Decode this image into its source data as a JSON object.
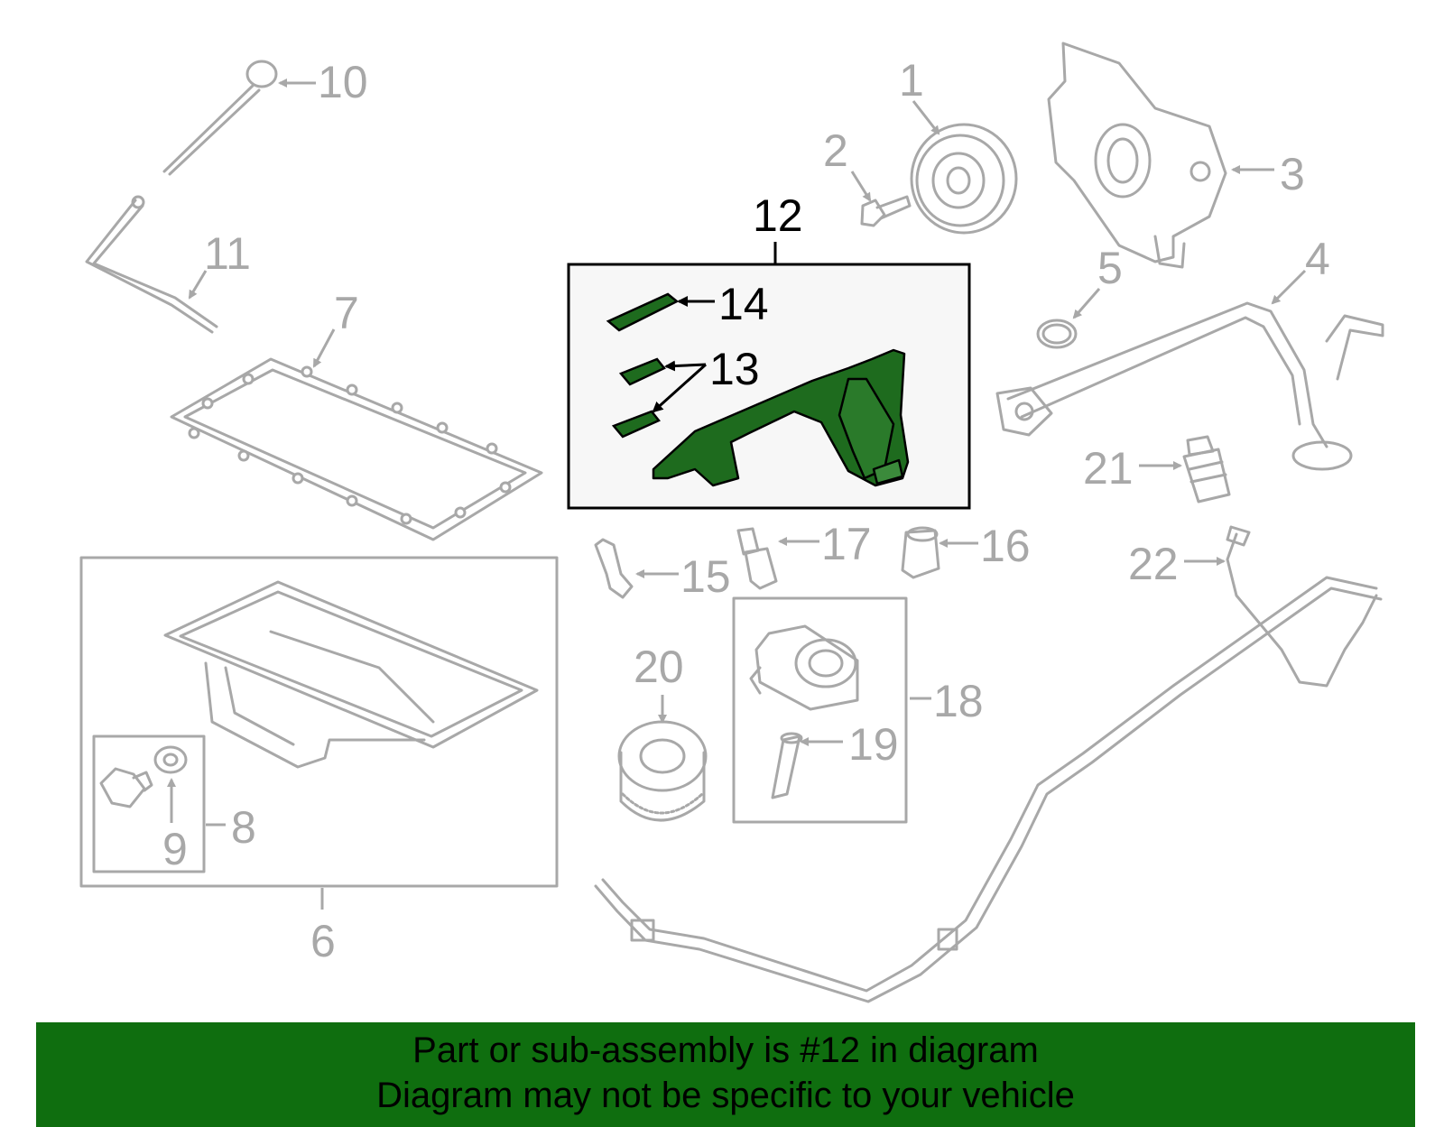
{
  "diagram": {
    "highlighted_part": "12",
    "colors": {
      "part_outline": "#a8a8a8",
      "highlight_fill": "#1e6b1e",
      "highlight_box": "#000000",
      "banner": "#0f6e0f"
    },
    "callouts": {
      "c1": "1",
      "c2": "2",
      "c3": "3",
      "c4": "4",
      "c5": "5",
      "c6": "6",
      "c7": "7",
      "c8": "8",
      "c9": "9",
      "c10": "10",
      "c11": "11",
      "c12": "12",
      "c13": "13",
      "c14": "14",
      "c15": "15",
      "c16": "16",
      "c17": "17",
      "c18": "18",
      "c19": "19",
      "c20": "20",
      "c21": "21",
      "c22": "22"
    }
  },
  "banner": {
    "line1": "Part or sub-assembly is #12 in diagram",
    "line2": "Diagram may not be specific to your vehicle"
  }
}
